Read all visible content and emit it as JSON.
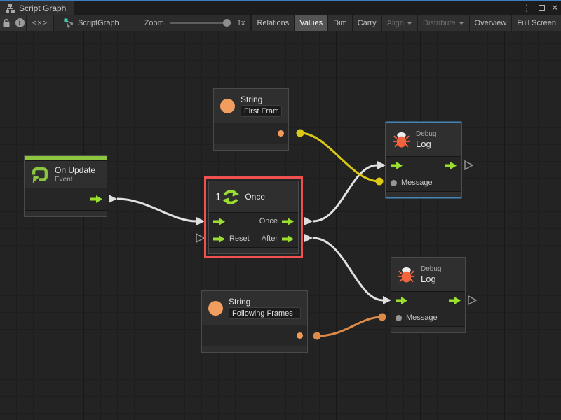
{
  "window": {
    "tab_label": "Script Graph",
    "controls": {
      "menu_glyph": "⋮",
      "close_glyph": "×"
    }
  },
  "toolbar": {
    "info_glyph": "i",
    "code_glyph": "<×>",
    "breadcrumb": "ScriptGraph",
    "zoom_label": "Zoom",
    "zoom_value": "1x",
    "buttons": {
      "relations": "Relations",
      "values": "Values",
      "dim": "Dim",
      "carry": "Carry",
      "align": "Align",
      "distribute": "Distribute",
      "overview": "Overview",
      "full_screen": "Full Screen"
    }
  },
  "nodes": {
    "on_update": {
      "title": "On Update",
      "subtitle": "Event"
    },
    "string_top": {
      "title": "String",
      "value": "First Frame"
    },
    "once": {
      "icon_label": "1",
      "title": "Once",
      "out_label": "Once",
      "reset_label": "Reset",
      "after_label": "After"
    },
    "debug_top": {
      "category": "Debug",
      "title": "Log",
      "message_label": "Message"
    },
    "string_bottom": {
      "title": "String",
      "value": "Following Frames"
    },
    "debug_bottom": {
      "category": "Debug",
      "title": "Log",
      "message_label": "Message"
    }
  },
  "colors": {
    "flow_green": "#9ade2f",
    "event_green": "#8cc63f",
    "string_orange": "#f09d5f",
    "bug_orange": "#f2643e",
    "connection_white": "#e2e2e2",
    "connection_yellow": "#dcc915",
    "connection_orange": "#dd8a47",
    "selection_red": "#ef5150",
    "highlight_blue": "#4585b5",
    "tab_accent_blue": "#3c7dbd"
  }
}
